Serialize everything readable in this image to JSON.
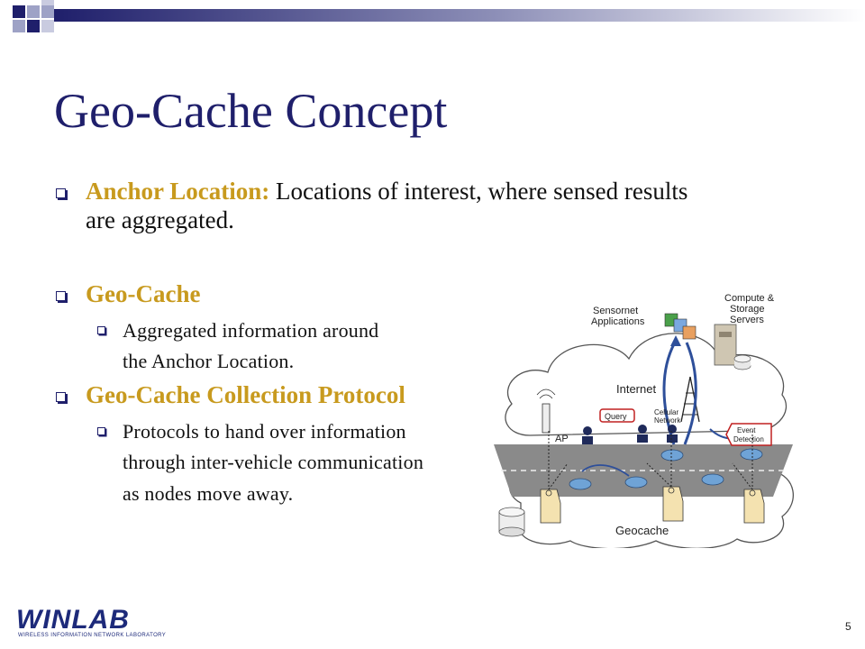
{
  "slide": {
    "title": "Geo-Cache Concept",
    "page_number": "5"
  },
  "bullets": {
    "anchor_label": "Anchor Location:",
    "anchor_text_1": " Locations of interest, where sensed results",
    "anchor_text_2": "are aggregated.",
    "geocache_label": "Geo-Cache",
    "geocache_sub_1": "Aggregated information around",
    "geocache_sub_2": "the Anchor Location.",
    "protocol_label": "Geo-Cache Collection Protocol",
    "protocol_sub_1": "Protocols to hand over information",
    "protocol_sub_2": "through inter-vehicle communication",
    "protocol_sub_3": "as nodes move away."
  },
  "diagram": {
    "sensornet_1": "Sensornet",
    "sensornet_2": "Applications",
    "compute_1": "Compute &",
    "compute_2": "Storage",
    "compute_3": "Servers",
    "internet": "Internet",
    "query": "Query",
    "cellular_1": "Cellular",
    "cellular_2": "Network",
    "event_1": "Event",
    "event_2": "Detection",
    "ap": "AP",
    "geocache": "Geocache"
  },
  "logo": {
    "word": "WINLAB",
    "subtitle": "WIRELESS INFORMATION NETWORK LABORATORY"
  },
  "colors": {
    "title": "#1f1f6b",
    "highlight": "#c89a1e",
    "accent_blue": "#1d2a7a"
  }
}
